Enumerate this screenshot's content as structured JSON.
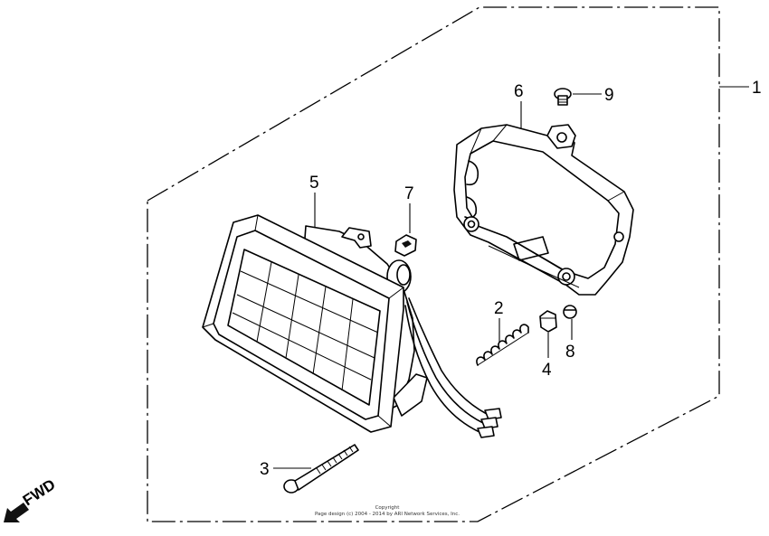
{
  "diagram": {
    "callouts": {
      "assembly": "1",
      "spring": "2",
      "bolt": "3",
      "nut": "4",
      "headlight_unit": "5",
      "case": "6",
      "clip_nut": "7",
      "cap_nut": "8",
      "screw": "9"
    },
    "fwd_label": "FWD",
    "copyright_line1": "Copyright",
    "copyright_line2": "Page design (c) 2004 - 2014 by ARI Network Services, Inc."
  }
}
